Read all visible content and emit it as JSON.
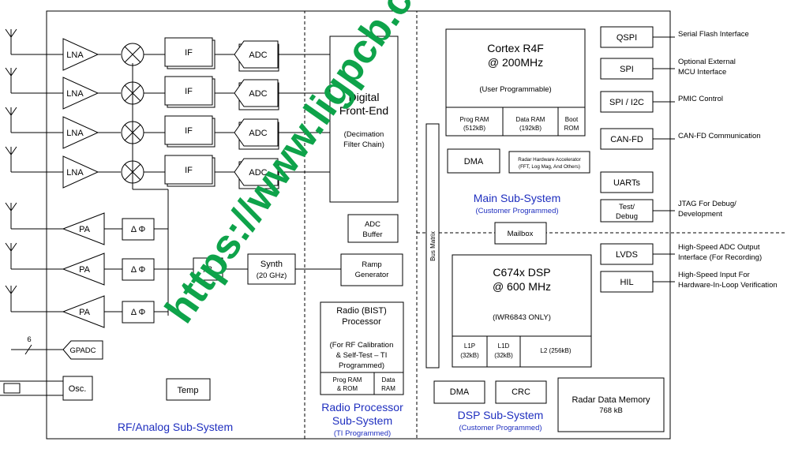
{
  "rf": {
    "lna": [
      "LNA",
      "LNA",
      "LNA",
      "LNA"
    ],
    "if": [
      "IF",
      "IF",
      "IF",
      "IF"
    ],
    "adc": [
      "ADC",
      "ADC",
      "ADC",
      "ADC"
    ],
    "pa": [
      "PA",
      "PA",
      "PA"
    ],
    "phase": [
      "Δ Φ",
      "Δ Φ",
      "Δ Φ"
    ],
    "x3": "x3",
    "synth": [
      "Synth",
      "(20 GHz)"
    ],
    "gpadc": "GPADC",
    "gpadc_bus": "6",
    "osc": "Osc.",
    "temp": "Temp",
    "title": "RF/Analog Sub-System"
  },
  "radio": {
    "dfe": [
      "Digital",
      "Front-End",
      "(Decimation",
      "Filter Chain)"
    ],
    "adc_buffer": [
      "ADC",
      "Buffer"
    ],
    "ramp": [
      "Ramp",
      "Generator"
    ],
    "bist_title": [
      "Radio (BIST)",
      "Processor"
    ],
    "bist_desc": [
      "(For RF Calibration",
      "& Self-Test  – TI",
      "Programmed)"
    ],
    "prog_ram": [
      "Prog RAM",
      "& ROM"
    ],
    "data_ram": [
      "Data",
      "RAM"
    ],
    "title": [
      "Radio Processor",
      "Sub-System"
    ],
    "subtitle": "(TI Programmed)"
  },
  "bus_matrix": "Bus Matrix",
  "main": {
    "cortex": [
      "Cortex R4F",
      "@ 200MHz"
    ],
    "user_prog": "(User Programmable)",
    "prog_ram": [
      "Prog RAM",
      "(512kB)"
    ],
    "data_ram": [
      "Data RAM",
      "(192kB)"
    ],
    "boot_rom": [
      "Boot",
      "ROM"
    ],
    "dma": "DMA",
    "accel": [
      "Radar Hardware Accelerator",
      "(FFT, Log Mag, And Others)"
    ],
    "title": "Main Sub-System",
    "subtitle": "(Customer Programmed)",
    "mailbox": "Mailbox"
  },
  "dsp": {
    "core": [
      "C674x DSP",
      "@ 600 MHz"
    ],
    "note": "(IWR6843 ONLY)",
    "l1p": [
      "L1P",
      "(32kB)"
    ],
    "l1d": [
      "L1D",
      "(32kB)"
    ],
    "l2": "L2 (256kB)",
    "dma": "DMA",
    "crc": "CRC",
    "radar_mem": [
      "Radar Data Memory",
      "768 kB"
    ],
    "title": "DSP Sub-System",
    "subtitle": "(Customer Programmed)"
  },
  "peripherals": [
    {
      "name": "QSPI",
      "desc": [
        "Serial Flash Interface"
      ]
    },
    {
      "name": "SPI",
      "desc": [
        "Optional External",
        "MCU Interface"
      ]
    },
    {
      "name": "SPI / I2C",
      "desc": [
        "PMIC Control"
      ]
    },
    {
      "name": "CAN-FD",
      "desc": [
        "CAN-FD Communication"
      ]
    },
    {
      "name": "UARTs",
      "desc": []
    },
    {
      "name": [
        "Test/",
        "Debug"
      ],
      "desc": [
        "JTAG For Debug/",
        "Development"
      ]
    },
    {
      "name": "LVDS",
      "desc": [
        "High-Speed ADC Output",
        "Interface (For Recording)"
      ]
    },
    {
      "name": "HIL",
      "desc": [
        "High-Speed Input For",
        "Hardware-In-Loop Verification"
      ]
    }
  ],
  "watermark": "https://www.ligpcb.com",
  "colors": {
    "blue_label": "#1f2fbf",
    "watermark": "#0ea34a"
  }
}
